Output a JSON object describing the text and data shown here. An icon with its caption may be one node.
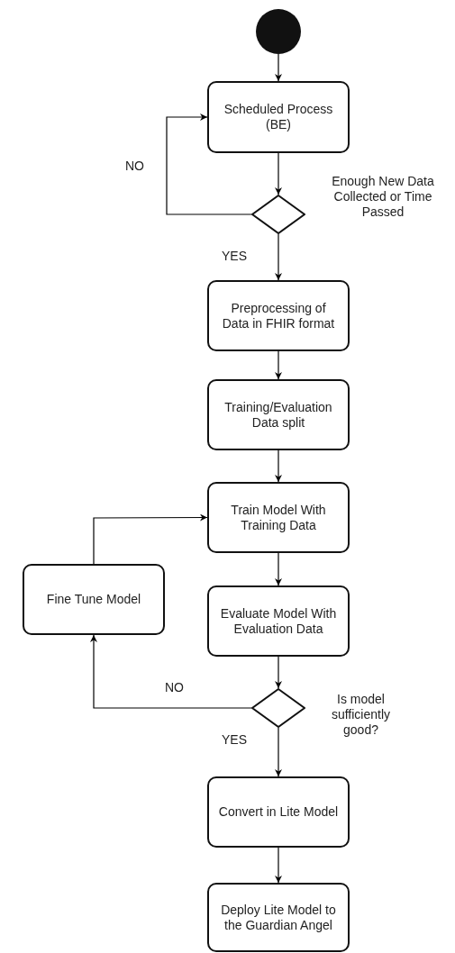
{
  "diagram": {
    "nodes": [
      {
        "text": [],
        "shape": "circle"
      },
      {
        "text": [
          "Scheduled Process (BE)"
        ]
      },
      {
        "text": [],
        "shape": "diamond",
        "beside": [
          "Enough New Data Collected or Time Passed"
        ]
      },
      {
        "text": [
          "Preprocessing of Data in FHIR format"
        ]
      },
      {
        "text": [
          "Training/Evaluation Data split"
        ]
      },
      {
        "text": [
          "Train Model With Training Data"
        ]
      },
      {
        "text": [
          "Fine Tune Model"
        ]
      },
      {
        "text": [
          "Evaluate Model With Evaluation Data"
        ]
      },
      {
        "text": [],
        "shape": "diamond",
        "beside": [
          "Is model sufficiently good?"
        ]
      },
      {
        "text": [
          "Convert in Lite Model"
        ]
      },
      {
        "text": [
          "Deploy Lite Model to the Guardian Angel"
        ]
      }
    ],
    "edges": [
      {
        "from": 0,
        "to": 1,
        "arrow": "to"
      },
      {
        "from": 1,
        "to": 2,
        "arrow": "to"
      },
      {
        "from": 2,
        "to": 1,
        "arrow": "to",
        "label": "NO"
      },
      {
        "from": 2,
        "to": 3,
        "arrow": "to",
        "label": "YES"
      },
      {
        "from": 3,
        "to": 4,
        "arrow": "to"
      },
      {
        "from": 4,
        "to": 5,
        "arrow": "to"
      },
      {
        "from": 5,
        "to": 7,
        "arrow": "to"
      },
      {
        "from": 7,
        "to": 8,
        "arrow": "to"
      },
      {
        "from": 8,
        "to": 6,
        "arrow": "to",
        "label": "NO"
      },
      {
        "from": 6,
        "to": 5,
        "arrow": "to"
      },
      {
        "from": 8,
        "to": 9,
        "arrow": "to",
        "label": "YES"
      },
      {
        "from": 9,
        "to": 10,
        "arrow": "to"
      }
    ]
  }
}
